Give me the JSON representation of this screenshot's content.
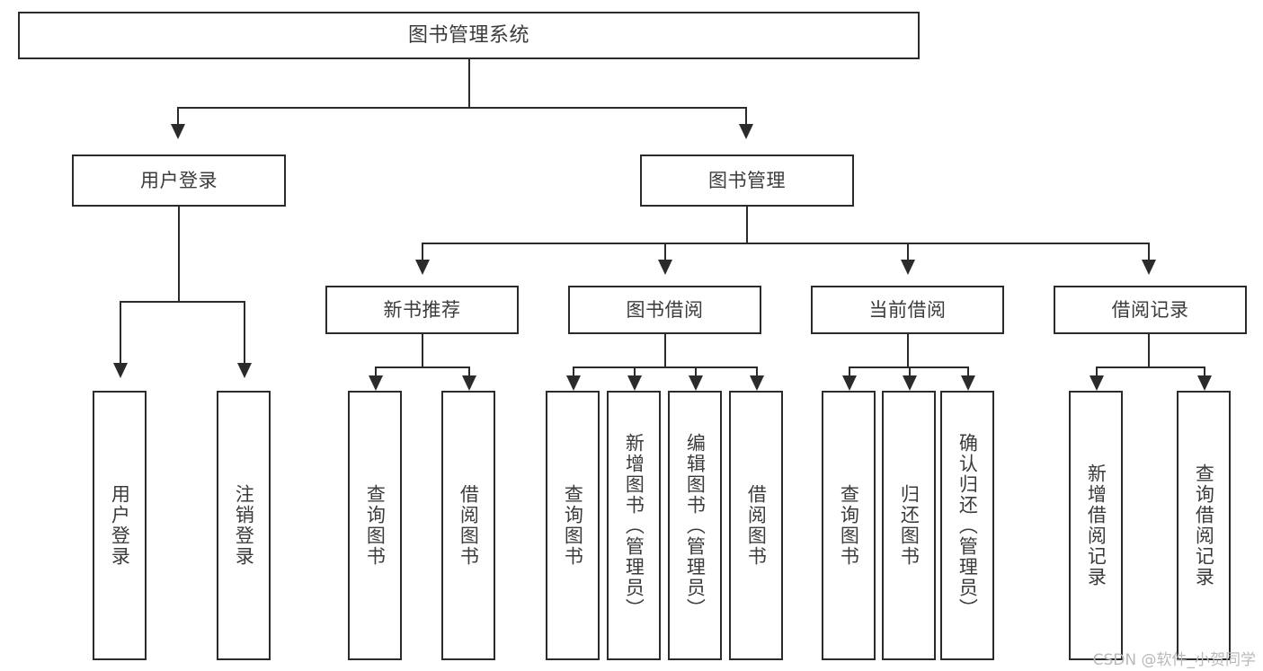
{
  "diagram": {
    "title": "图书管理系统",
    "root": {
      "label": "图书管理系统"
    },
    "level2": [
      {
        "label": "用户登录"
      },
      {
        "label": "图书管理"
      }
    ],
    "level3": [
      {
        "label": "新书推荐"
      },
      {
        "label": "图书借阅"
      },
      {
        "label": "当前借阅"
      },
      {
        "label": "借阅记录"
      }
    ],
    "leaves": {
      "user_login": [
        {
          "label": "用户登录"
        },
        {
          "label": "注销登录"
        }
      ],
      "new_book_recommend": [
        {
          "label": "查询图书"
        },
        {
          "label": "借阅图书"
        }
      ],
      "book_borrow": [
        {
          "label": "查询图书"
        },
        {
          "label": "新增图书（管理员）"
        },
        {
          "label": "编辑图书（管理员）"
        },
        {
          "label": "借阅图书"
        }
      ],
      "current_borrow": [
        {
          "label": "查询图书"
        },
        {
          "label": "归还图书"
        },
        {
          "label": "确认归还（管理员）"
        }
      ],
      "borrow_record": [
        {
          "label": "新增借阅记录"
        },
        {
          "label": "查询借阅记录"
        }
      ]
    }
  },
  "watermark": {
    "text": "CSDN @软件_小贺同学"
  },
  "colors": {
    "stroke": "#2b2b2b",
    "text": "#3b3b3b",
    "background": "#ffffff",
    "watermark": "#b9b9b9"
  }
}
